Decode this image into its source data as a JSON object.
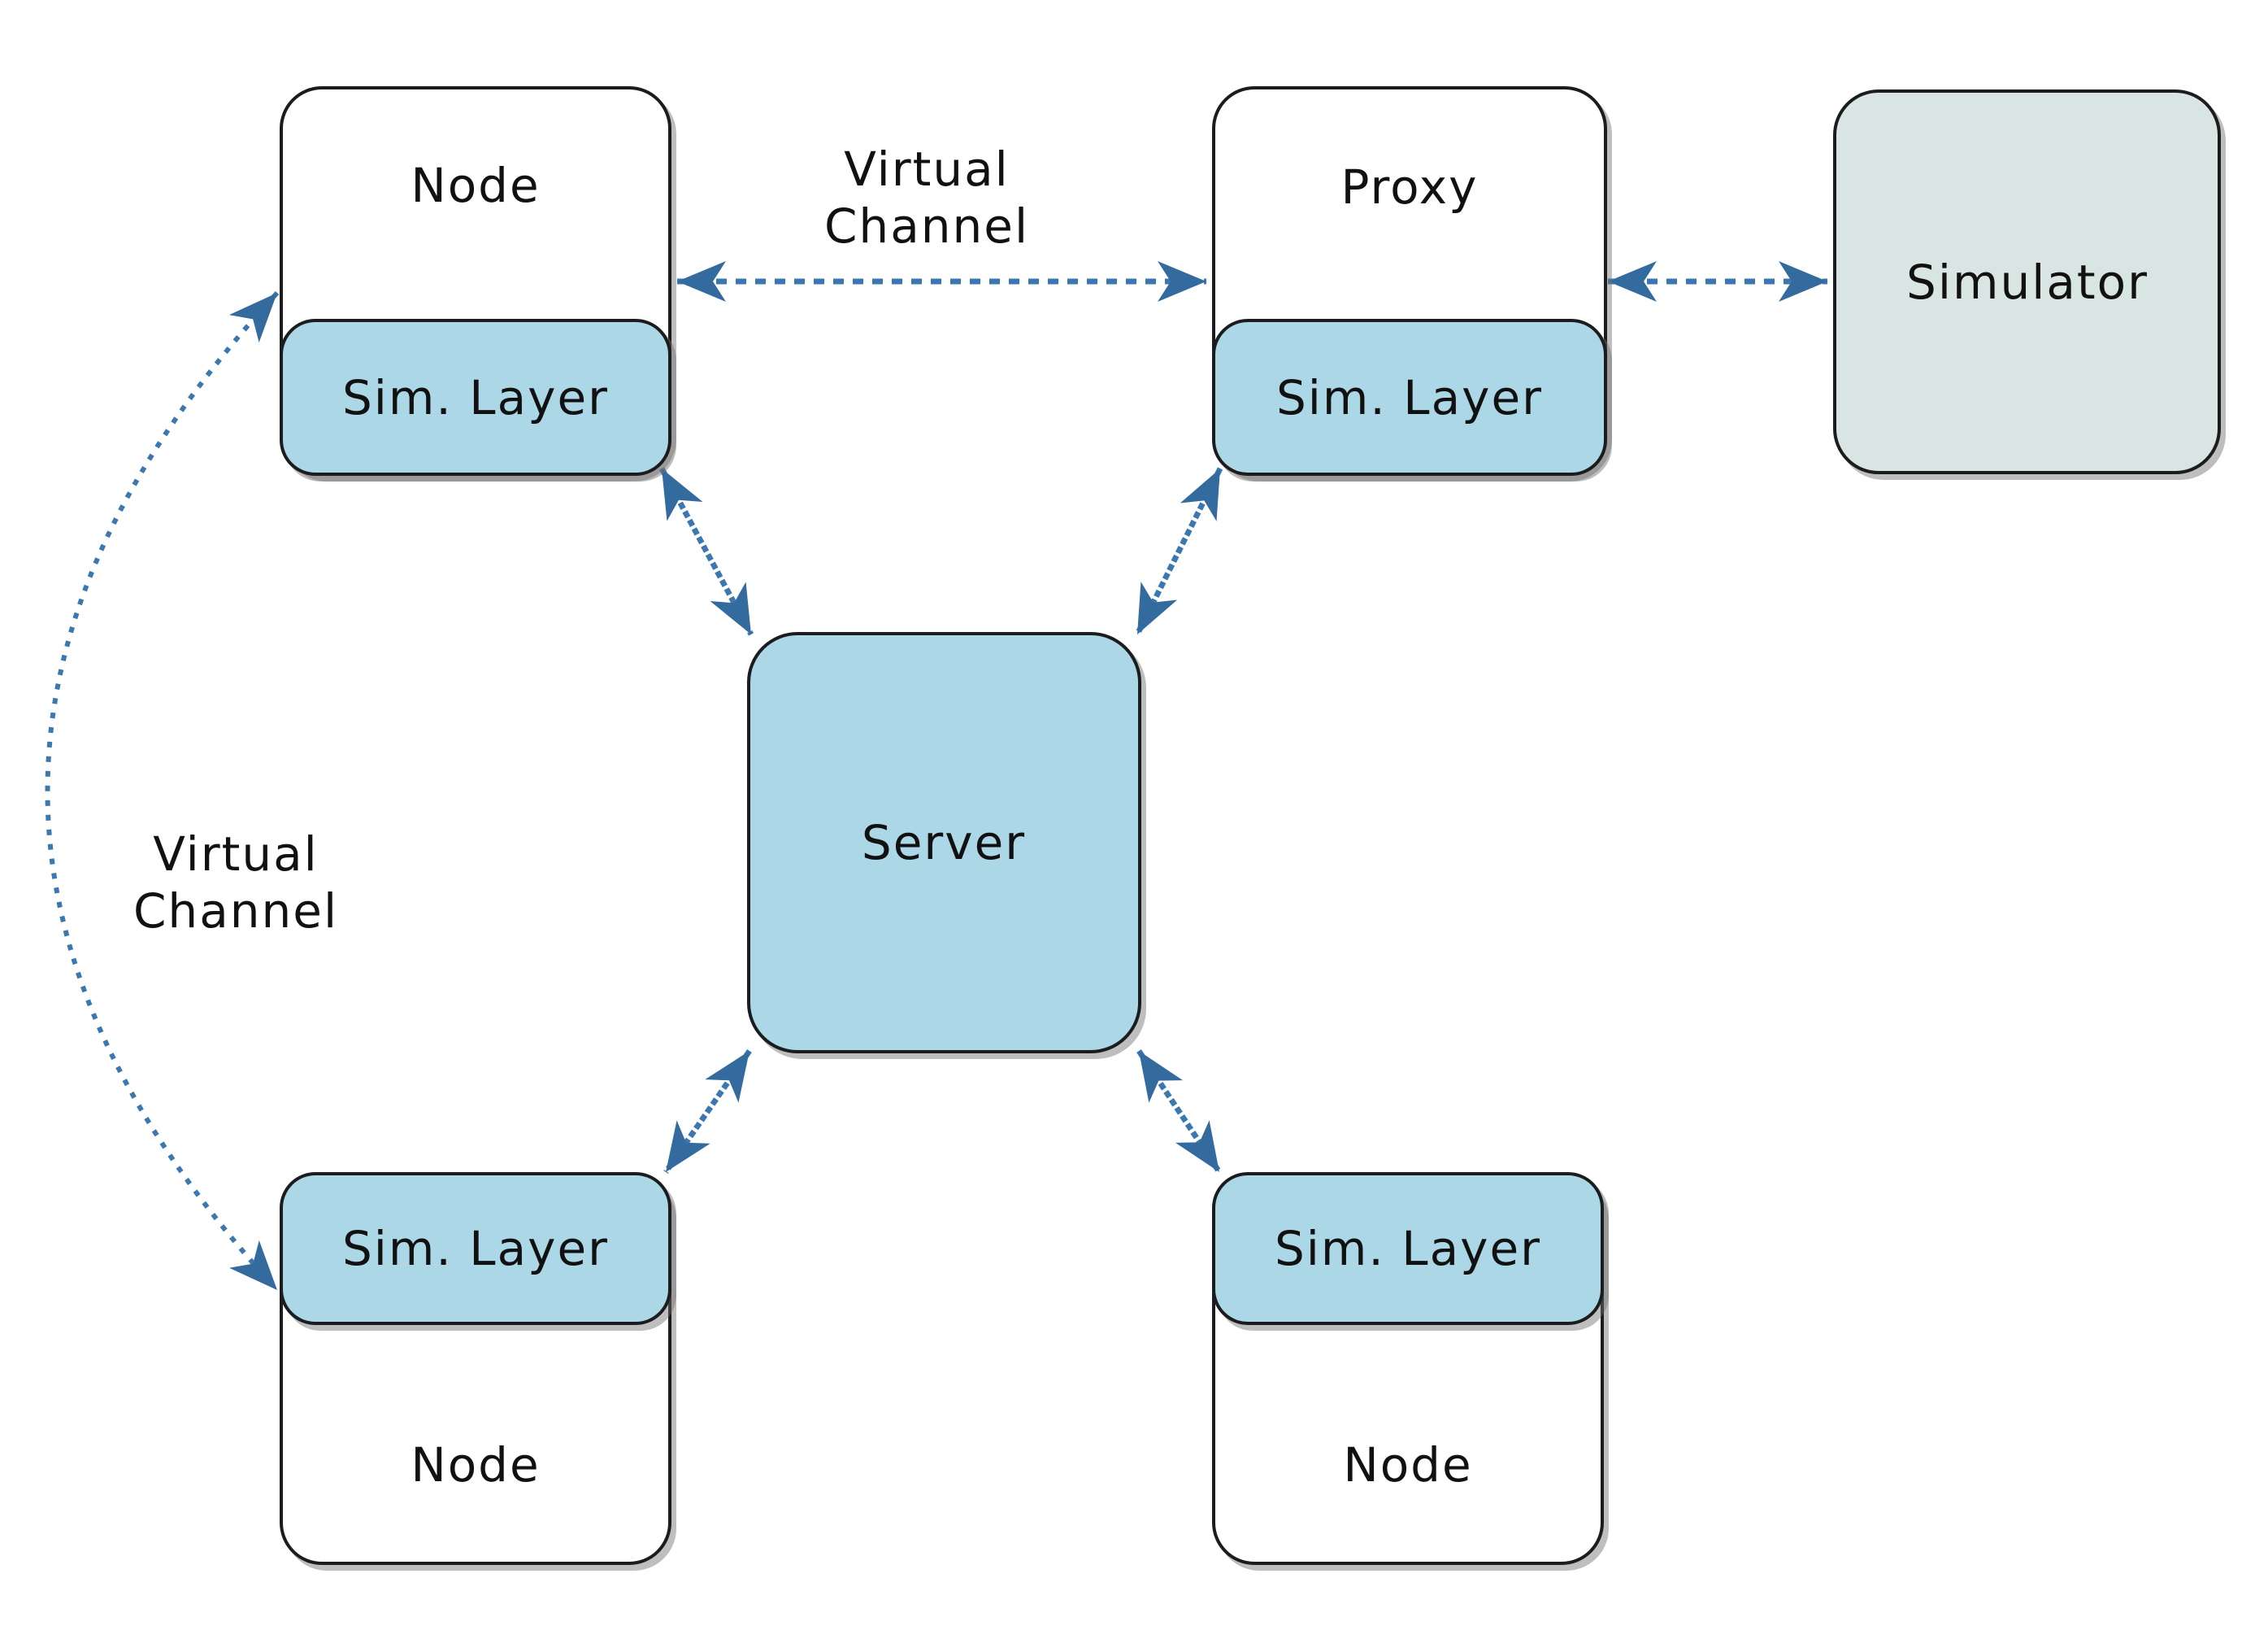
{
  "diagram": {
    "boxes": {
      "node_top_left": {
        "label": "Node",
        "sim_layer_label": "Sim. Layer"
      },
      "proxy": {
        "label": "Proxy",
        "sim_layer_label": "Sim. Layer"
      },
      "simulator": {
        "label": "Simulator"
      },
      "server": {
        "label": "Server"
      },
      "node_bottom_left": {
        "label": "Node",
        "sim_layer_label": "Sim. Layer"
      },
      "node_bottom_right": {
        "label": "Node",
        "sim_layer_label": "Sim. Layer"
      }
    },
    "labels": {
      "virtual_channel_top": {
        "line1": "Virtual",
        "line2": "Channel"
      },
      "virtual_channel_left": {
        "line1": "Virtual",
        "line2": "Channel"
      }
    },
    "connections": [
      {
        "name": "virtual-channel-top",
        "from": "Node",
        "to": "Proxy",
        "style": "dotted",
        "bidirectional": true
      },
      {
        "name": "proxy-simulator",
        "from": "Proxy",
        "to": "Simulator",
        "style": "dotted",
        "bidirectional": true
      },
      {
        "name": "virtual-channel-left",
        "from": "Node (top-left)",
        "to": "Node (bottom-left)",
        "style": "dotted-curved",
        "bidirectional": true
      },
      {
        "name": "server-simlayer-top-left",
        "from": "Sim. Layer (top-left)",
        "to": "Server",
        "style": "solid",
        "bidirectional": true
      },
      {
        "name": "server-simlayer-top-right",
        "from": "Sim. Layer (proxy)",
        "to": "Server",
        "style": "solid",
        "bidirectional": true
      },
      {
        "name": "server-simlayer-bottom-left",
        "from": "Sim. Layer (bottom-left)",
        "to": "Server",
        "style": "solid",
        "bidirectional": true
      },
      {
        "name": "server-simlayer-bottom-right",
        "from": "Sim. Layer (bottom-right)",
        "to": "Server",
        "style": "solid",
        "bidirectional": true
      }
    ],
    "colors": {
      "background": "#ffffff",
      "node_fill": "#ffffff",
      "sim_layer_fill": "#abd7e6",
      "server_fill": "#abd7e6",
      "simulator_fill": "#d9e5e3",
      "border": "#1c1c1e",
      "arrow_line": "#3c78b0",
      "arrow_head": "#336b9e",
      "text": "#111111"
    }
  }
}
